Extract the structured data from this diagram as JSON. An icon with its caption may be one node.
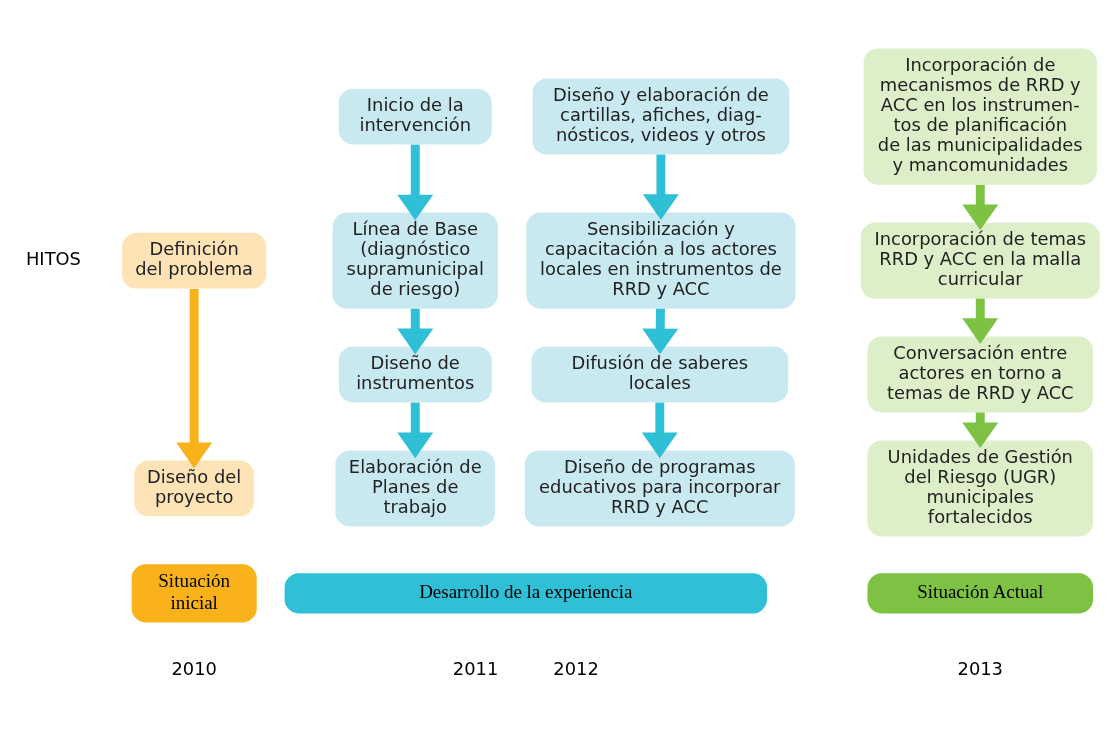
{
  "diagram": {
    "nodes": [
      {
        "text": [
          "Definición del problema"
        ]
      },
      {
        "text": [
          "Diseño del proyecto"
        ]
      },
      {
        "text": [
          "Inicio de la intervención"
        ]
      },
      {
        "text": [
          "Línea de Base (diagnóstico supramunicipal de riesgo)"
        ]
      },
      {
        "text": [
          "Diseño de instrumentos"
        ]
      },
      {
        "text": [
          "Elaboración de Planes de trabajo"
        ]
      },
      {
        "text": [
          "Diseño y elaboración de cartillas, afiches, diag- nósticos, videos y otros"
        ]
      },
      {
        "text": [
          "Sensibilización y capacitación a los actores locales en instrumentos de RRD y ACC"
        ]
      },
      {
        "text": [
          "Difusión de saberes locales"
        ]
      },
      {
        "text": [
          "Diseño de programas educativos para incorporar RRD y ACC"
        ]
      },
      {
        "text": [
          "Incorporación de mecanismos de RRD y ACC en los instrumen- tos de planificación de las municipalidades y mancomunidades"
        ]
      },
      {
        "text": [
          "Incorporación de temas RRD y ACC en la malla curricular"
        ]
      },
      {
        "text": [
          "Conversación entre actores en torno a temas de RRD y ACC"
        ]
      },
      {
        "text": [
          "Unidades de Gestión del Riesgo (UGR) municipales fortalecidos"
        ]
      },
      {
        "text": [
          "Situación inicial"
        ]
      },
      {
        "text": [
          "Desarrollo de la experiencia"
        ]
      },
      {
        "text": [
          "Situación Actual"
        ]
      }
    ],
    "edges": [
      {
        "from": 0,
        "to": 1,
        "arrow": "to",
        "color": "#f9b21a"
      },
      {
        "from": 2,
        "to": 3,
        "arrow": "to"
      },
      {
        "from": 3,
        "to": 4,
        "arrow": "to"
      },
      {
        "from": 4,
        "to": 5,
        "arrow": "to"
      },
      {
        "from": 6,
        "to": 7,
        "arrow": "to"
      },
      {
        "from": 7,
        "to": 8,
        "arrow": "to"
      },
      {
        "from": 8,
        "to": 9,
        "arrow": "to"
      },
      {
        "from": 10,
        "to": 11,
        "arrow": "to",
        "color": "#7dc242"
      },
      {
        "from": 11,
        "to": 12,
        "arrow": "to",
        "color": "#7dc242"
      },
      {
        "from": 12,
        "to": 13,
        "arrow": "to",
        "color": "#7dc242"
      }
    ],
    "labels": [
      "HITOS",
      "2010",
      "2011",
      "2012",
      "2013"
    ]
  }
}
